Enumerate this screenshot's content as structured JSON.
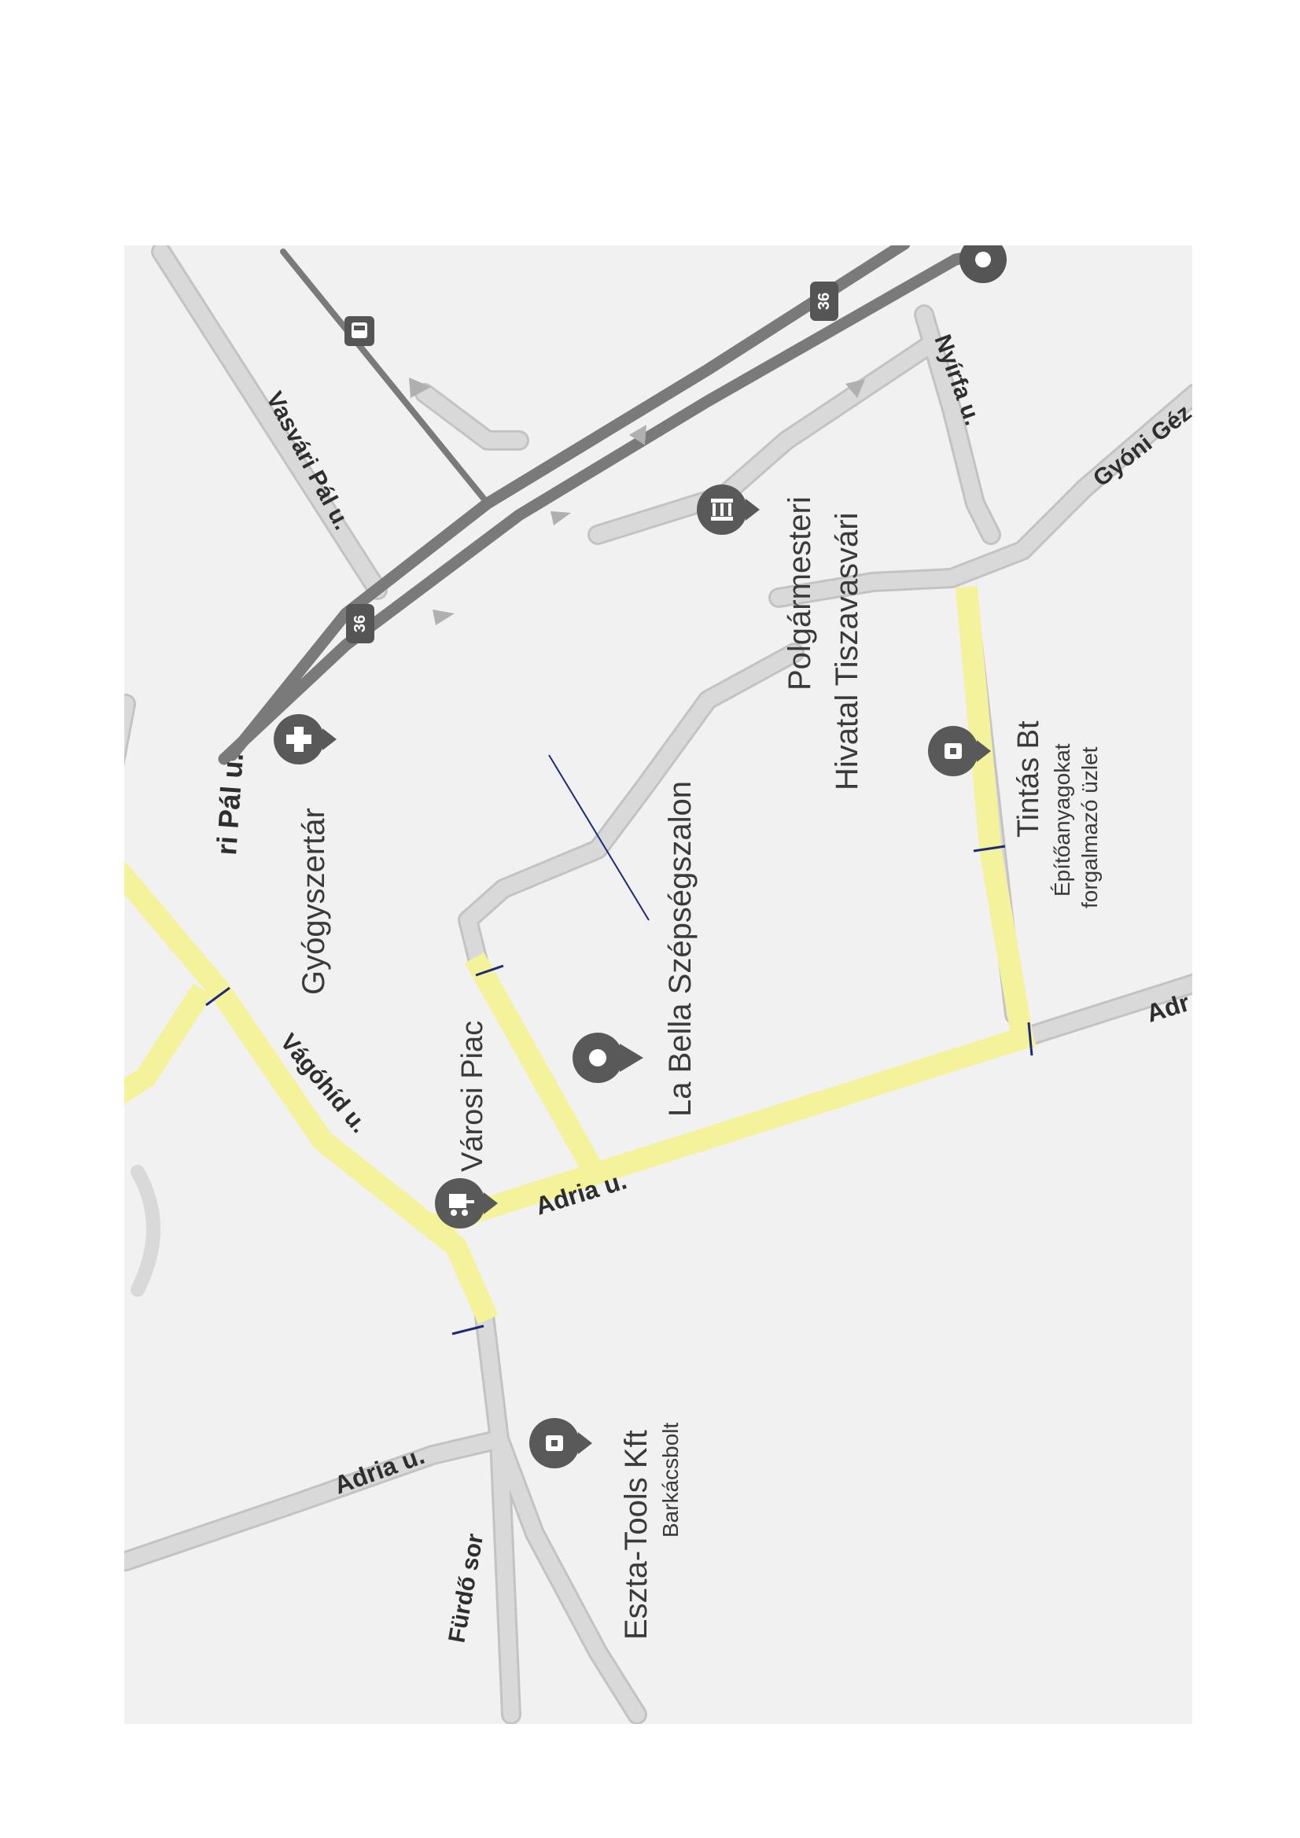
{
  "colors": {
    "paper": "#ffffff",
    "map_area": "#f1f1f1",
    "road": "#d9d9d9",
    "road_edge": "#c3c3c3",
    "highway": "#7a7a7a",
    "highlight": "#f4f29a",
    "marker": "#595959",
    "annotation_line": "#1c2a7a"
  },
  "streets": {
    "vasvari": "Vasvári Pál u.",
    "pal": "ri Pál u.",
    "vagohid": "Vágóhíd u.",
    "adria_main": "Adria u.",
    "adria_east": "Adr",
    "adria_south": "Adria u.",
    "furdo": "Fürdő sor",
    "nyirfa": "Nyírfa u.",
    "gyoni": "Gyóni Géz",
    "route_number": "36"
  },
  "places": {
    "gyogyszertar": {
      "name": "Gyógyszertár",
      "icon": "pharmacy-icon"
    },
    "polgarmesteri": {
      "line1": "Polgármesteri",
      "line2": "Hivatal Tiszavasvári",
      "icon": "town-hall-icon"
    },
    "labella": {
      "name": "La Bella Szépségszalon",
      "icon": "location-pin-icon"
    },
    "varosi_piac": {
      "name": "Városi Piac",
      "icon": "market-cart-icon"
    },
    "tintas": {
      "name": "Tintás Bt",
      "sub1": "Építőanyagokat",
      "sub2": "forgalmazó üzlet",
      "icon": "shopping-bag-icon"
    },
    "eszta": {
      "name": "Eszta-Tools Kft",
      "sub": "Barkácsbolt",
      "icon": "shopping-bag-icon"
    }
  }
}
